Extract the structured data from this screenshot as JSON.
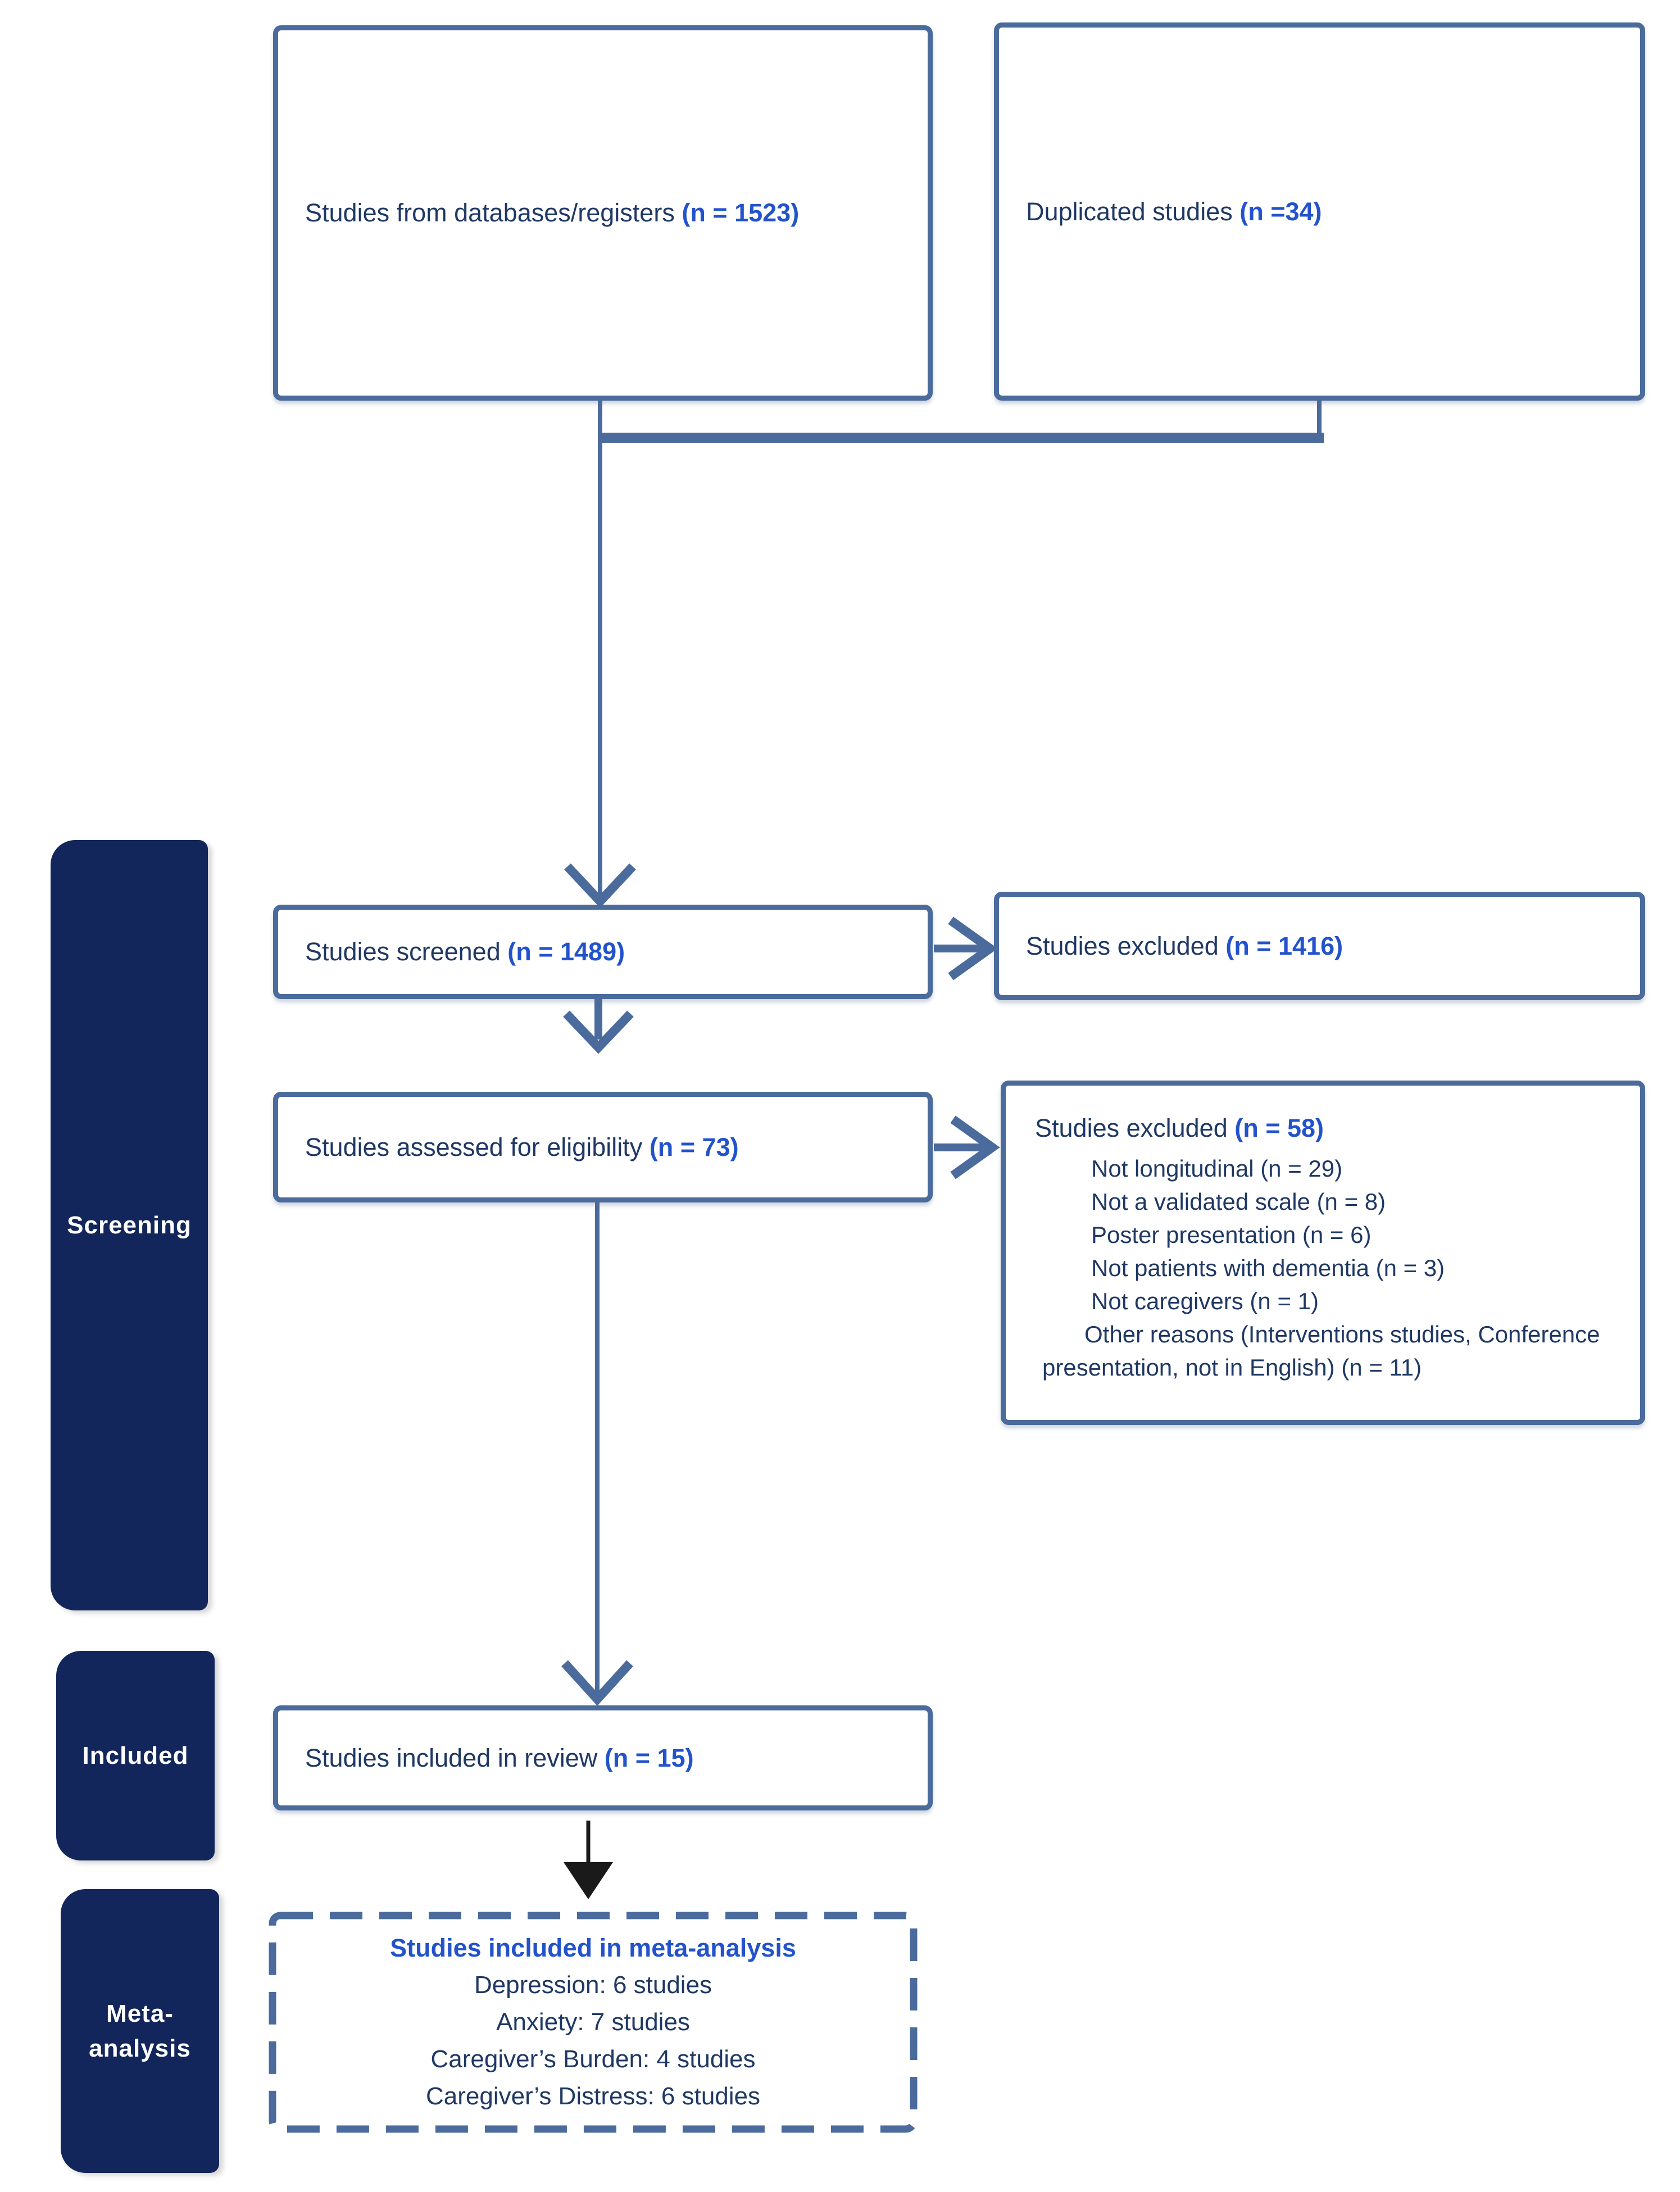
{
  "colors": {
    "box_border": "#4a6b9c",
    "text_navy": "#1f3864",
    "accent_blue": "#2353cb",
    "sidebar_bg": "#13265c",
    "sidebar_text": "#ffffff",
    "connector": "#4a6b9c",
    "black_arrow": "#1a1a1a",
    "background": "#ffffff"
  },
  "boxes": {
    "databases": {
      "label": "Studies from databases/registers ",
      "n": "(n = 1523)"
    },
    "duplicates": {
      "label": "Duplicated studies ",
      "n": "(n =34)"
    },
    "screened": {
      "label": "Studies screened ",
      "n": "(n = 1489)"
    },
    "excluded_screening": {
      "label": "Studies excluded ",
      "n": "(n = 1416)"
    },
    "assessed": {
      "label": "Studies assessed for eligibility ",
      "n": "(n = 73)"
    },
    "excluded_eligibility": {
      "title": "Studies excluded ",
      "n": "(n = 58)",
      "reasons": [
        "Not longitudinal (n = 29)",
        "Not a validated scale (n = 8)",
        "Poster presentation (n = 6)",
        "Not patients with dementia (n = 3)",
        "Not caregivers (n = 1)"
      ],
      "other": {
        "line1": "Other reasons (Interventions studies, Conference",
        "line2": "presentation, not in English) (n = 11)"
      }
    },
    "included": {
      "label": "Studies included in review ",
      "n": "(n = 15)"
    },
    "meta": {
      "title": "Studies included in meta-analysis",
      "items": [
        "Depression: 6 studies",
        "Anxiety: 7 studies",
        "Caregiver’s Burden: 4 studies",
        "Caregiver’s Distress: 6 studies"
      ]
    }
  },
  "sidebar": {
    "screening": "Screening",
    "included": "Included",
    "meta_line1": "Meta-",
    "meta_line2": "analysis"
  }
}
